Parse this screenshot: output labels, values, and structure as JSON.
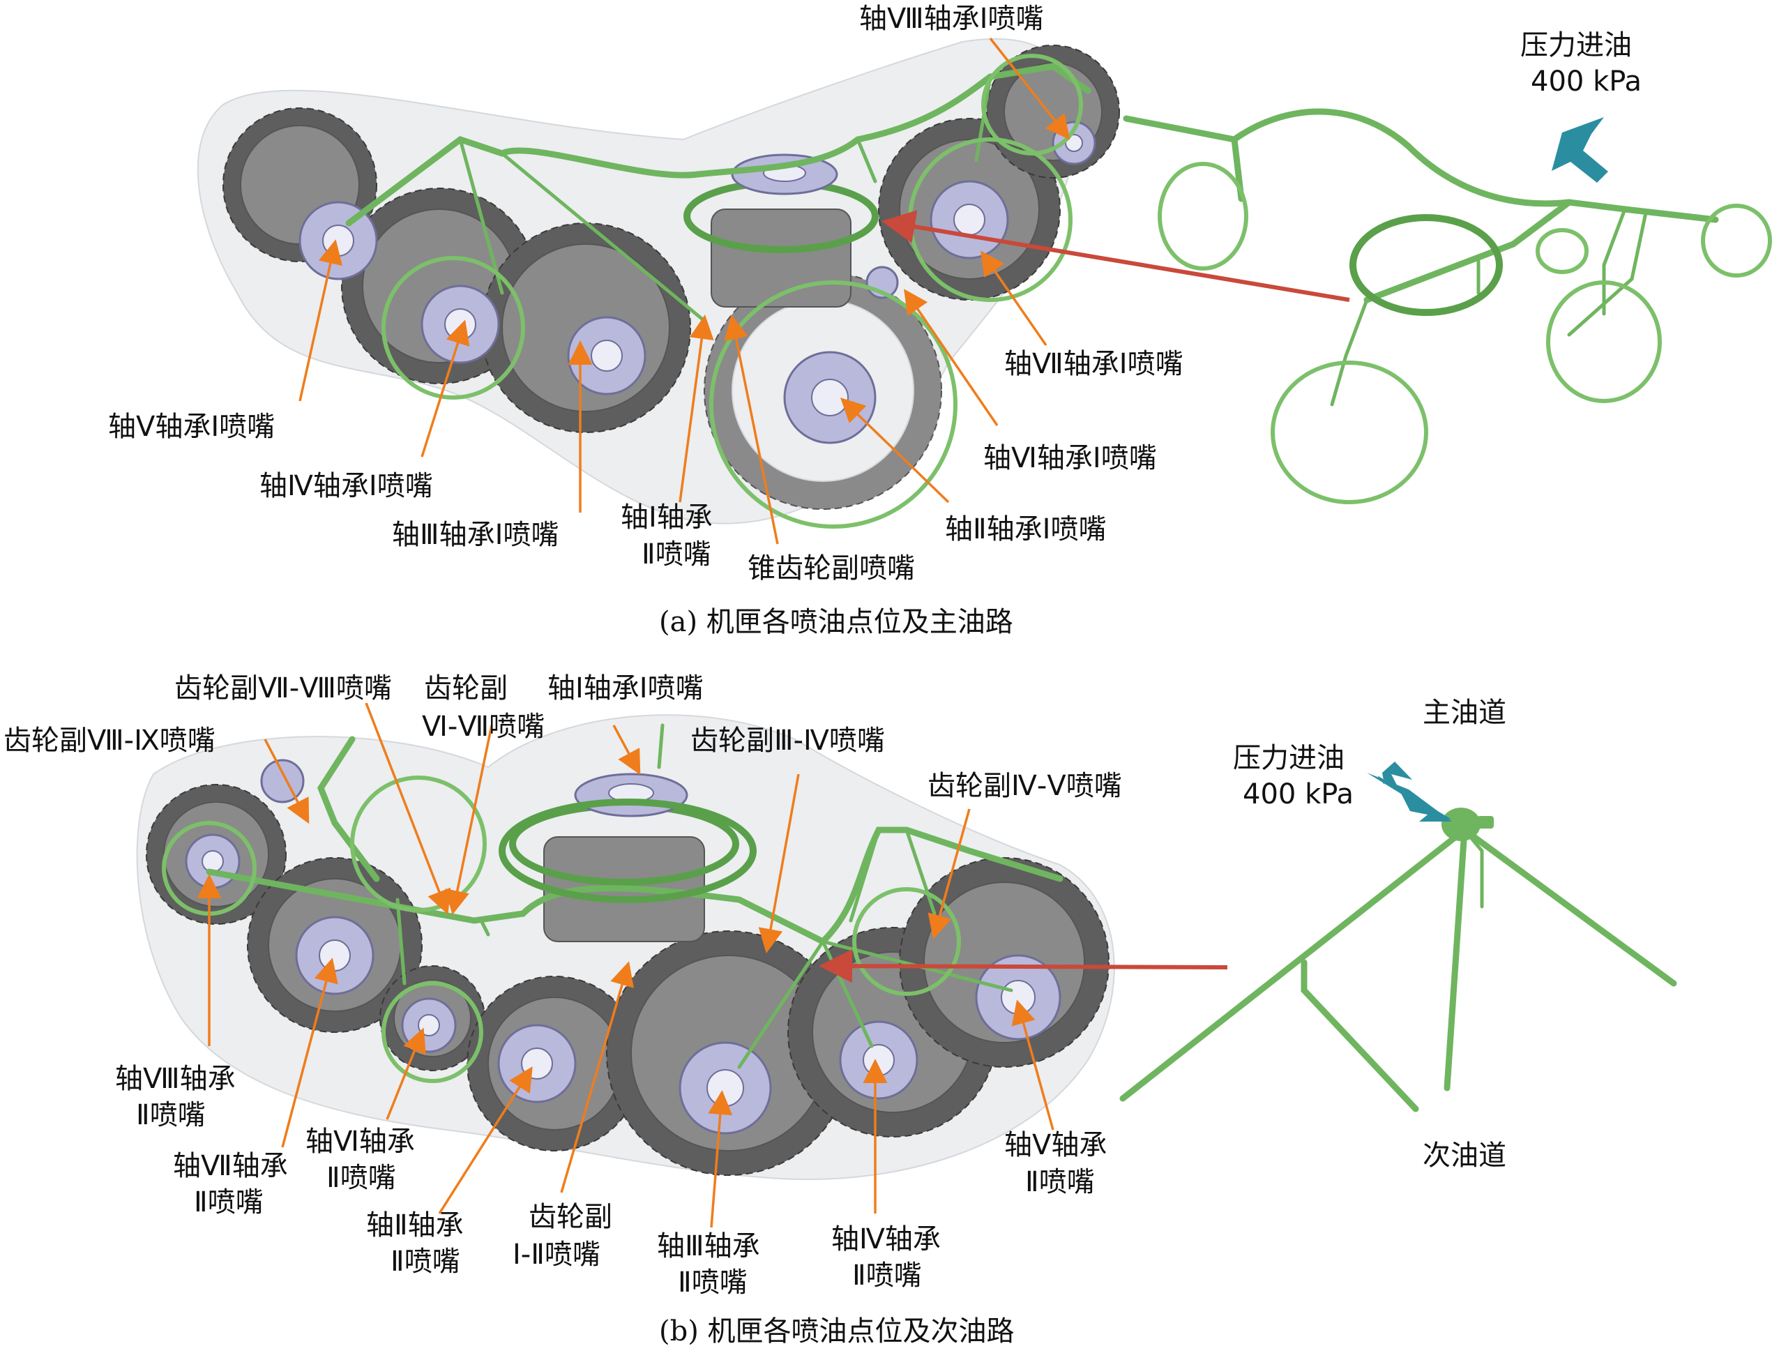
{
  "panel_a": {
    "caption": "(a) 机匣各喷油点位及主油路",
    "inlet_line1": "压力进油",
    "inlet_line2": "400 kPa",
    "labels": {
      "shaft8_b1": "轴Ⅷ轴承Ⅰ喷嘴",
      "shaft7_b1": "轴Ⅶ轴承Ⅰ喷嘴",
      "shaft5_b1": "轴Ⅴ轴承Ⅰ喷嘴",
      "shaft4_b1": "轴Ⅳ轴承Ⅰ喷嘴",
      "shaft3_b1": "轴Ⅲ轴承Ⅰ喷嘴",
      "shaft1_b2_line1": "轴Ⅰ轴承",
      "shaft1_b2_line2": "Ⅱ喷嘴",
      "bevel_gear": "锥齿轮副喷嘴",
      "shaft6_b1": "轴Ⅵ轴承Ⅰ喷嘴",
      "shaft2_b1": "轴Ⅱ轴承Ⅰ喷嘴"
    }
  },
  "panel_b": {
    "caption": "(b) 机匣各喷油点位及次油路",
    "inlet_line1": "压力进油",
    "inlet_line2": "400 kPa",
    "main_channel": "主油道",
    "secondary_channel": "次油道",
    "labels": {
      "gear_7_8": "齿轮副Ⅶ-Ⅷ喷嘴",
      "gear_6_7_line1": "齿轮副",
      "gear_6_7_line2": "Ⅵ-Ⅶ喷嘴",
      "shaft1_b1": "轴Ⅰ轴承Ⅰ喷嘴",
      "gear_8_9": "齿轮副Ⅷ-Ⅸ喷嘴",
      "gear_3_4": "齿轮副Ⅲ-Ⅳ喷嘴",
      "gear_4_5": "齿轮副Ⅳ-Ⅴ喷嘴",
      "shaft8_b2_line1": "轴Ⅷ轴承",
      "shaft8_b2_line2": "Ⅱ喷嘴",
      "shaft7_b2_line1": "轴Ⅶ轴承",
      "shaft7_b2_line2": "Ⅱ喷嘴",
      "shaft6_b2_line1": "轴Ⅵ轴承",
      "shaft6_b2_line2": "Ⅱ喷嘴",
      "shaft2_b2_line1": "轴Ⅱ轴承",
      "shaft2_b2_line2": "Ⅱ喷嘴",
      "gear_1_2_line1": "齿轮副",
      "gear_1_2_line2": "Ⅰ-Ⅱ喷嘴",
      "shaft3_b2_line1": "轴Ⅲ轴承",
      "shaft3_b2_line2": "Ⅱ喷嘴",
      "shaft4_b2_line1": "轴Ⅳ轴承",
      "shaft4_b2_line2": "Ⅱ喷嘴",
      "shaft5_b2_line1": "轴Ⅴ轴承",
      "shaft5_b2_line2": "Ⅱ喷嘴"
    }
  },
  "colors": {
    "pipe_green": "#6fb55f",
    "leader_orange": "#ef7d1c",
    "arrow_red": "#c9493a",
    "arrow_teal": "#2a8ea0",
    "bearing_lavender": "#b9b9dc",
    "gear_gray": "#5e5e5e"
  }
}
